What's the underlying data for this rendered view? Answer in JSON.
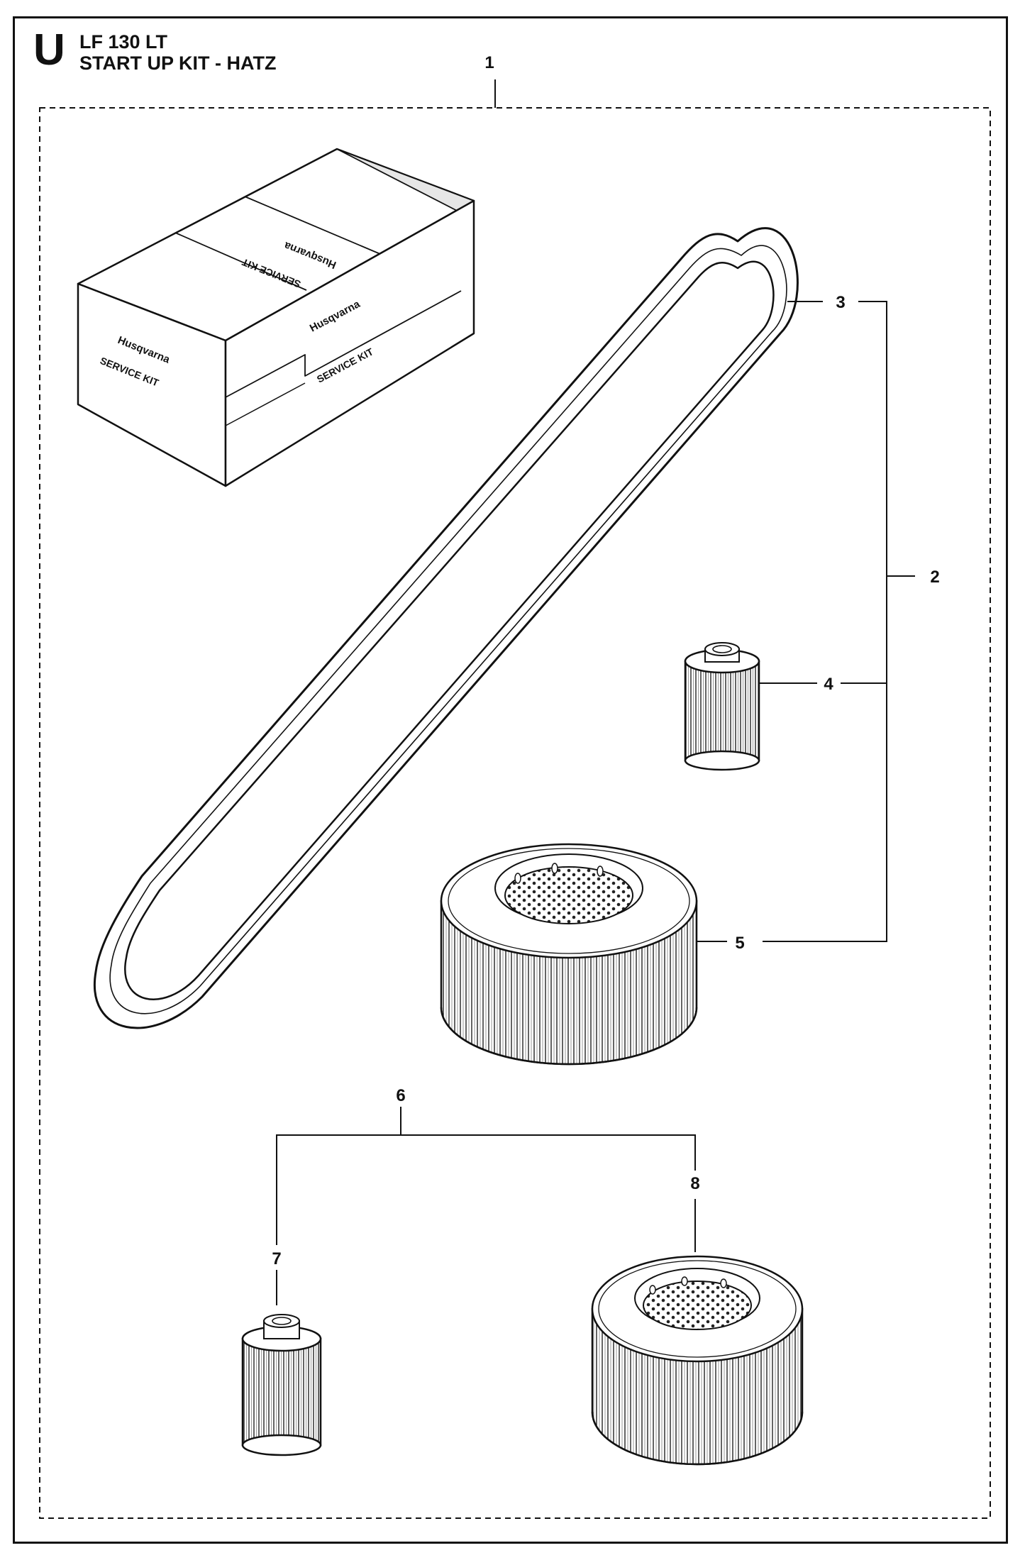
{
  "header": {
    "letter": "U",
    "model": "LF 130 LT",
    "title": "START UP KIT - HATZ"
  },
  "kit_box": {
    "brand": "Husqvarna",
    "label": "SERVICE KIT"
  },
  "callouts": {
    "c1": "1",
    "c2": "2",
    "c3": "3",
    "c4": "4",
    "c5": "5",
    "c6": "6",
    "c7": "7",
    "c8": "8"
  },
  "icons": {
    "kit_box": "service-kit-box-icon",
    "belt": "v-belt-icon",
    "fuel_filter": "fuel-filter-icon",
    "air_filter": "air-filter-icon"
  }
}
